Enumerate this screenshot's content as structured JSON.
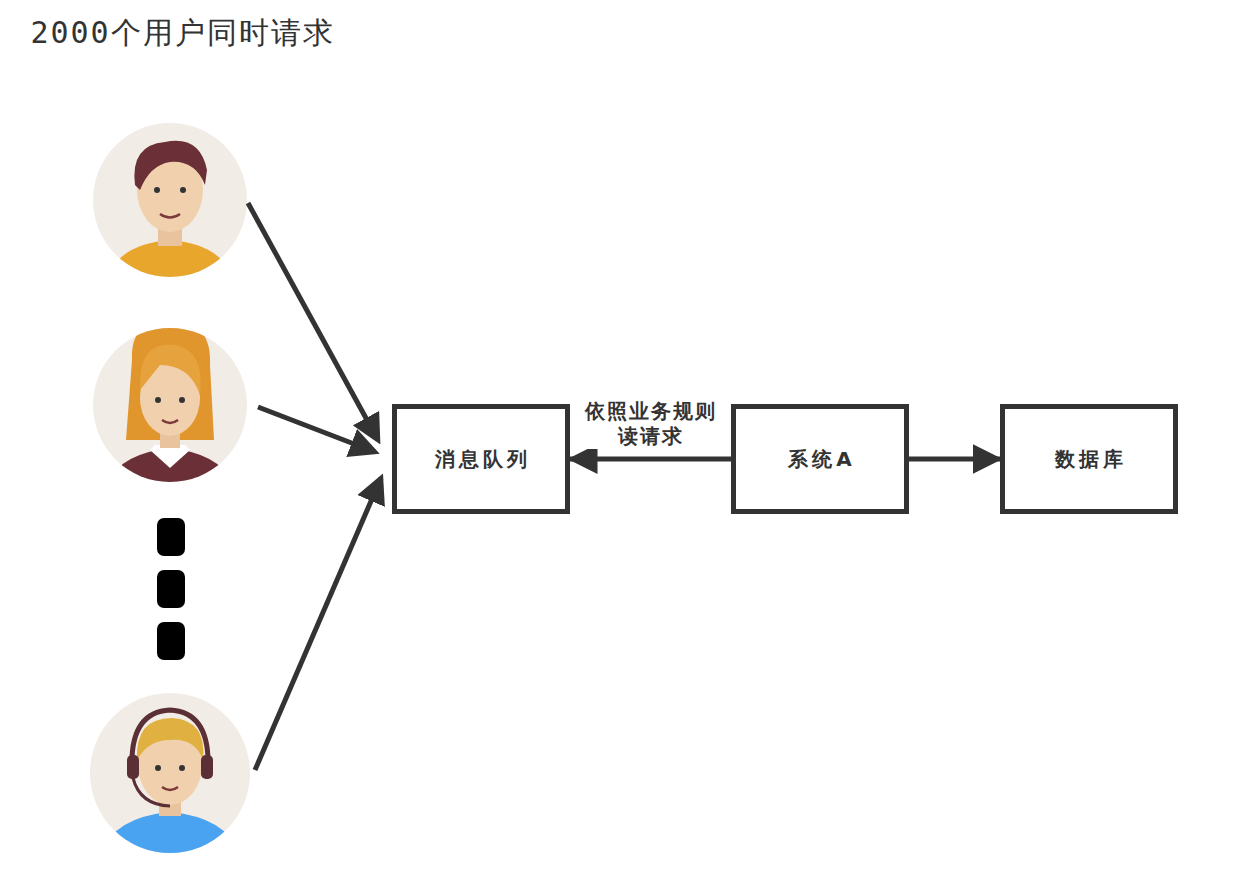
{
  "diagram": {
    "title": "2000个用户同时请求",
    "nodes": [
      {
        "text": [
          "消息队列"
        ]
      },
      {
        "text": [
          "系统A"
        ]
      },
      {
        "text": [
          "数据库"
        ]
      }
    ],
    "edges": [
      {
        "from": 1,
        "to": 0,
        "arrow": "to",
        "label": "依照业务规则读请求"
      },
      {
        "from": 1,
        "to": 2,
        "arrow": "to"
      }
    ]
  }
}
